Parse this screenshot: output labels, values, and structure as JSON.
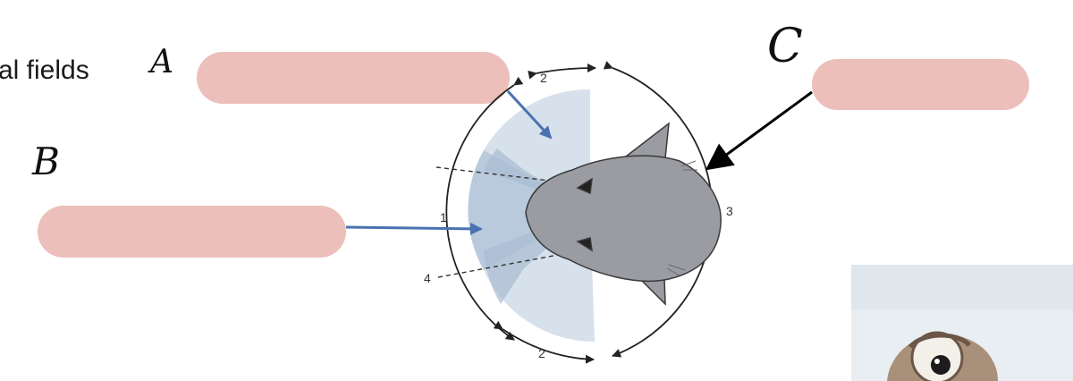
{
  "heading": {
    "text": "al fields"
  },
  "handwritten": {
    "a": "A",
    "b": "B",
    "c": "C"
  },
  "diagram_labels": {
    "top": "2",
    "left": "1",
    "right": "3",
    "lower_left": "4",
    "bottom": "2"
  },
  "colors": {
    "label_box": "#ecbfba",
    "field_light": "#d6e1ec",
    "field_mid": "#b9cadd",
    "field_dark": "#a5b8ce",
    "head": "#9a9ca2",
    "pointer_arrow": "#4a72b0"
  }
}
